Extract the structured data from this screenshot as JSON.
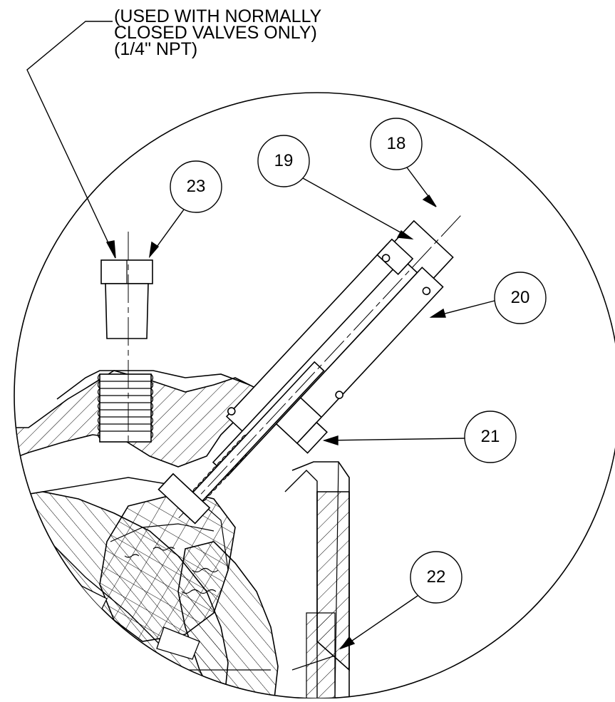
{
  "note": {
    "line1": "(USED WITH NORMALLY",
    "line2": "CLOSED VALVES ONLY)",
    "line3": "(1/4\" NPT)"
  },
  "balloons": {
    "b18": "18",
    "b19": "19",
    "b20": "20",
    "b21": "21",
    "b22": "22",
    "b23": "23"
  },
  "colors": {
    "line": "#000000",
    "background": "#ffffff"
  }
}
